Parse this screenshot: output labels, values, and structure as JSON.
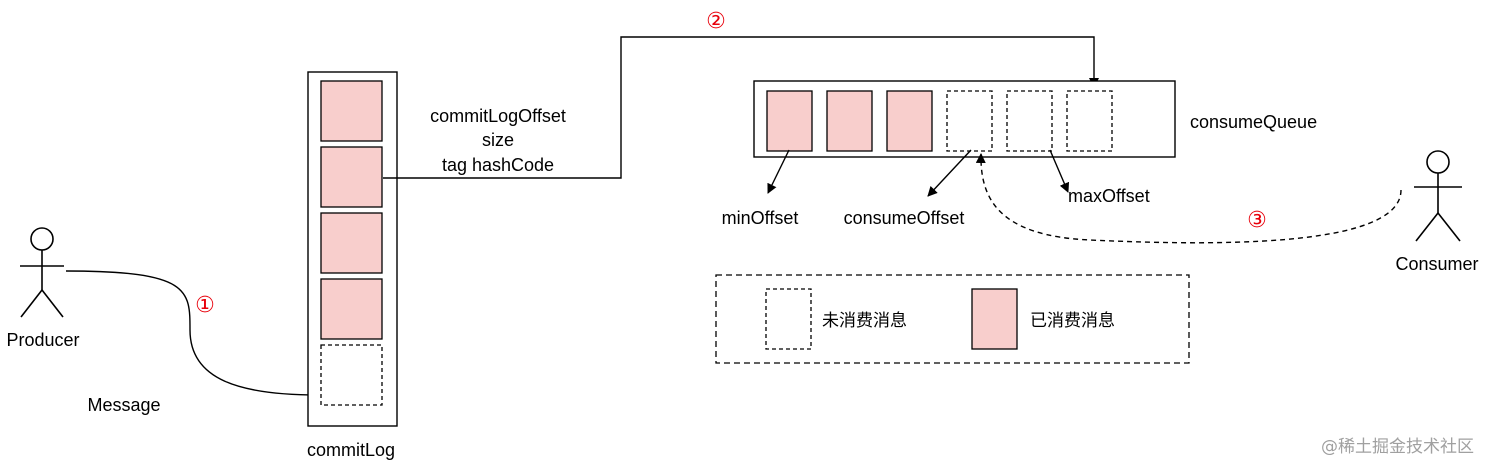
{
  "actors": {
    "producer": "Producer",
    "consumer": "Consumer"
  },
  "labels": {
    "message": "Message",
    "commit_log": "commitLog",
    "consume_queue": "consumeQueue",
    "offset_fields": [
      "commitLogOffset",
      "size",
      "tag hashCode"
    ],
    "min_offset": "minOffset",
    "consume_offset": "consumeOffset",
    "max_offset": "maxOffset"
  },
  "steps": [
    "①",
    "②",
    "③"
  ],
  "legend": {
    "unconsumed": "未消费消息",
    "consumed": "已消费消息"
  },
  "watermark": "@稀土掘金技术社区",
  "commit_log_slots": [
    "consumed",
    "consumed",
    "consumed",
    "consumed",
    "empty"
  ],
  "consume_queue_slots": [
    "consumed",
    "consumed",
    "consumed",
    "empty",
    "empty",
    "empty"
  ],
  "colors": {
    "consumed_fill": "#f8cecc",
    "step_number": "#e8000b",
    "line": "#000000",
    "watermark": "#a0a0a0"
  }
}
